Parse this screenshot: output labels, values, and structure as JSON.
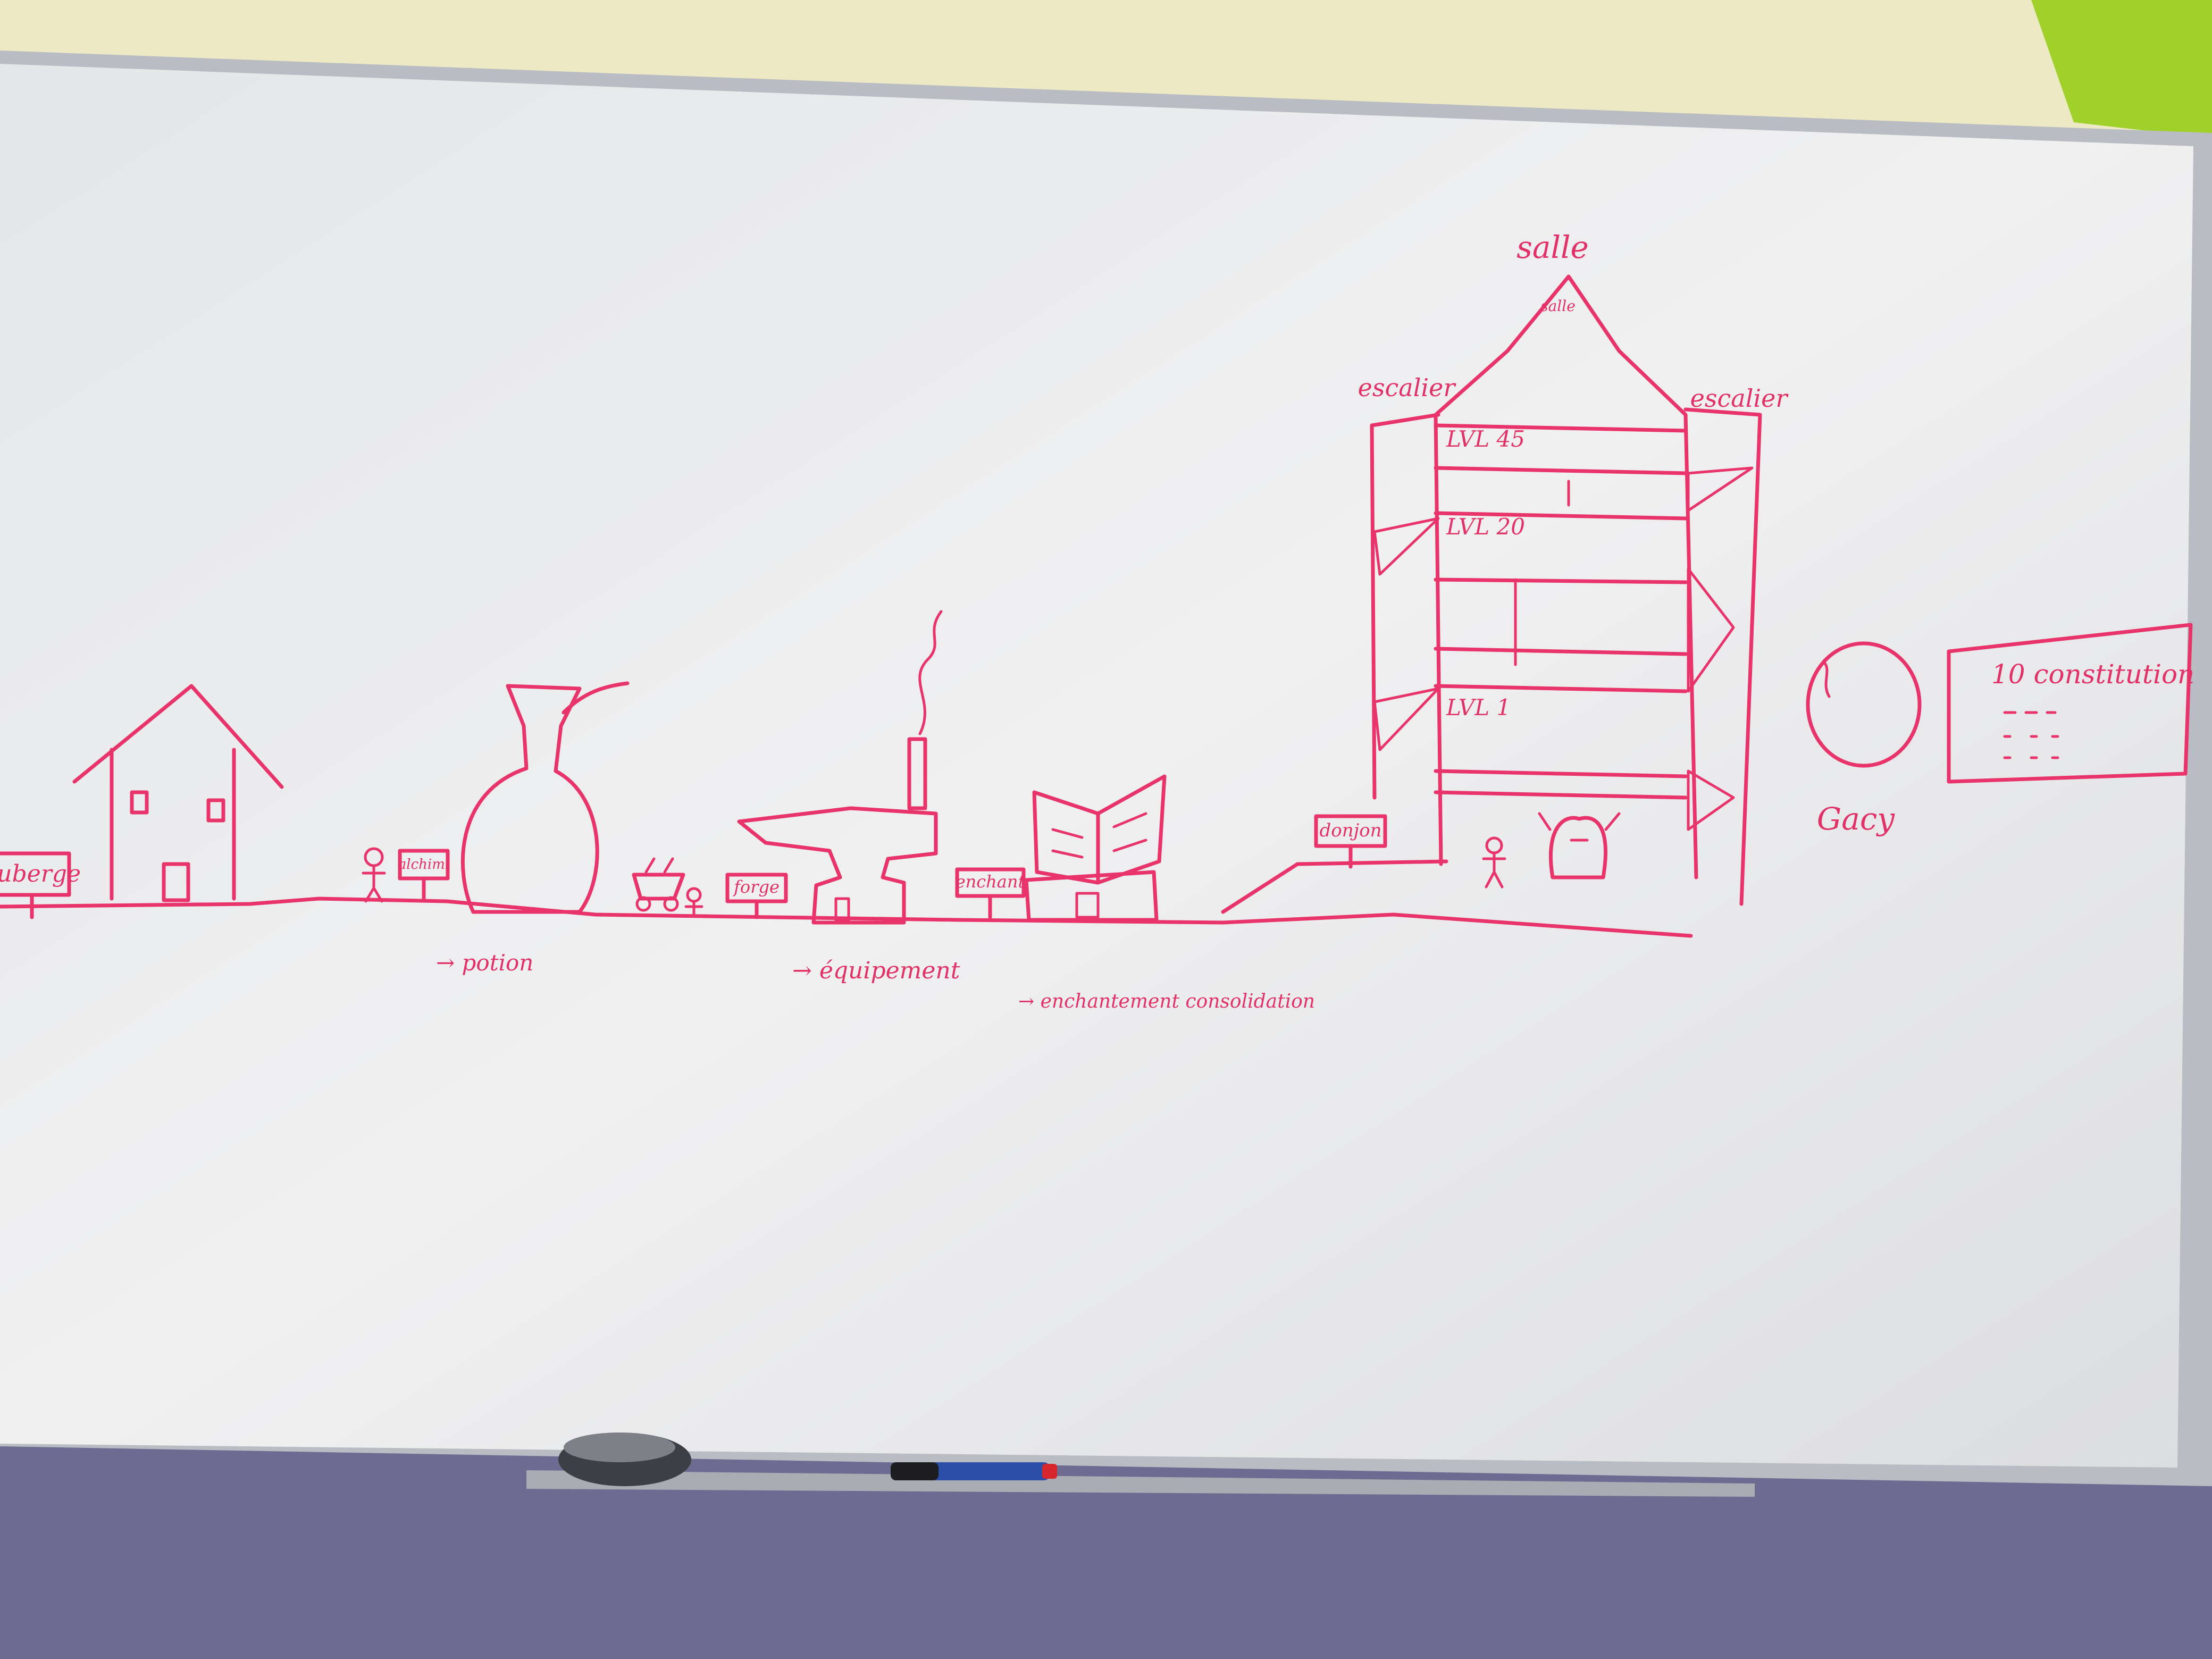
{
  "board": {
    "colors": {
      "ink": "#e8336b",
      "board": "#e9eaec",
      "wall_top": "#ece9c4",
      "wall_bottom": "#6d6b92",
      "accent_green": "#9fd12a"
    }
  },
  "labels": {
    "auberge": "auberge",
    "alchimiste": "alchimi",
    "forge": "forge",
    "enchant": "enchant",
    "donjon": "donjon",
    "salle": "salle",
    "salle_inner": "salle",
    "escalier_left": "escalier",
    "escalier_right": "escalier",
    "lvl_top": "LVL 45",
    "lvl_mid": "LVL 20",
    "lvl_low": "LVL 1",
    "note_potion": "→ potion",
    "note_equipement": "→ équipement",
    "note_enchant": "→ enchantement consolidation",
    "orb_label": "Gacy",
    "panel_title": "10 constitution"
  },
  "icons": [
    "eraser-icon",
    "marker-icon"
  ]
}
